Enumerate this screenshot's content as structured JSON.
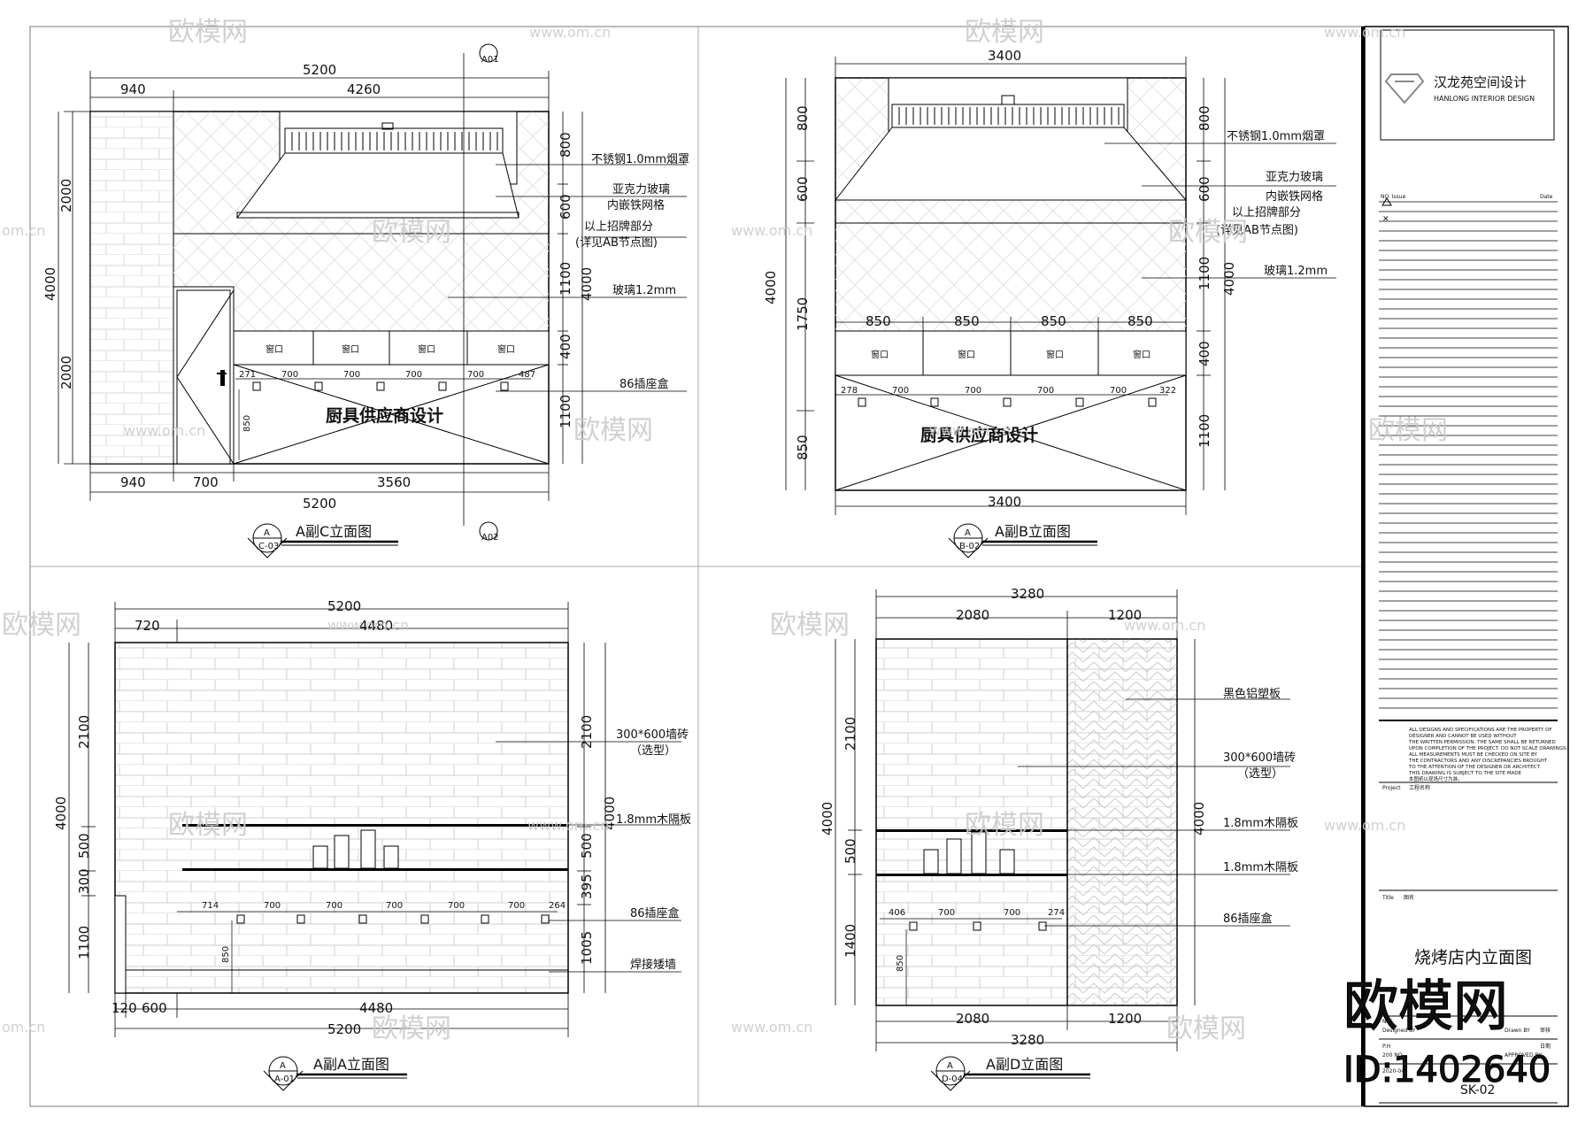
{
  "views": {
    "c": {
      "title": "A副C立面图",
      "tag_letter": "A",
      "tag_code": "C-03",
      "supplier": "厨具供应商设计",
      "window": "窗口",
      "dims": {
        "total": "5200",
        "left": "940",
        "right": "4260",
        "b_left": "940",
        "b_mid": "700",
        "b_right": "3560",
        "b_total": "5200",
        "l_total": "4000",
        "l_top": "2000",
        "l_bot": "2000",
        "r_800": "800",
        "r_600": "600",
        "r_1100a": "1100",
        "r_400": "400",
        "r_1100b": "1100",
        "r_4000": "4000",
        "door_h": "850",
        "sock": [
          "271",
          "700",
          "700",
          "700",
          "700",
          "487"
        ]
      },
      "notes": [
        "不锈钢1.0mm烟罩",
        "亚克力玻璃",
        "内嵌铁网格",
        "以上招牌部分",
        "(详见AB节点图)",
        "玻璃1.2mm",
        "86插座盒"
      ],
      "sec_top": "A01",
      "sec_bot": "A02"
    },
    "b": {
      "title": "A副B立面图",
      "tag_letter": "A",
      "tag_code": "B-02",
      "supplier": "厨具供应商设计",
      "window": "窗口",
      "dims": {
        "top": "3400",
        "bottom": "3400",
        "cols": [
          "850",
          "850",
          "850",
          "850"
        ],
        "l_total": "4000",
        "l_800": "800",
        "l_600": "600",
        "l_1750": "1750",
        "l_850": "850",
        "r_800": "800",
        "r_600": "600",
        "r_1100a": "1100",
        "r_400": "400",
        "r_1100b": "1100",
        "r_4000": "4000",
        "sock": [
          "278",
          "700",
          "700",
          "700",
          "700",
          "322"
        ]
      },
      "notes": [
        "不锈钢1.0mm烟罩",
        "亚克力玻璃",
        "内嵌铁网格",
        "以上招牌部分",
        "(详见AB节点图)",
        "玻璃1.2mm"
      ]
    },
    "a": {
      "title": "A副A立面图",
      "tag_letter": "A",
      "tag_code": "A-01",
      "dims": {
        "top": "5200",
        "t_left": "720",
        "t_right": "4480",
        "b_120": "120",
        "b_600": "600",
        "b_4480": "4480",
        "b_total": "5200",
        "l_total": "4000",
        "l_2100": "2100",
        "l_500": "500",
        "l_300": "300",
        "l_1100": "1100",
        "r_2100": "2100",
        "r_500": "500",
        "r_395": "395",
        "r_1005": "1005",
        "r_4000": "4000",
        "sock_h": "850",
        "sock": [
          "714",
          "700",
          "700",
          "700",
          "700",
          "700",
          "264"
        ]
      },
      "notes": [
        "300*600墙砖",
        "（选型）",
        "1.8mm木隔板",
        "86插座盒",
        "焊接矮墙"
      ]
    },
    "d": {
      "title": "A副D立面图",
      "tag_letter": "A",
      "tag_code": "D-04",
      "dims": {
        "top": "3280",
        "t_left": "2080",
        "t_right": "1200",
        "b_left": "2080",
        "b_right": "1200",
        "b_total": "3280",
        "l_total": "4000",
        "l_2100": "2100",
        "l_500": "500",
        "l_1400": "1400",
        "r_4000": "4000",
        "sock_h": "850",
        "sock": [
          "406",
          "700",
          "700",
          "274"
        ]
      },
      "notes": [
        "黑色铝塑板",
        "300*600墙砖",
        "（选型）",
        "1.8mm木隔板",
        "1.8mm木隔板",
        "86插座盒"
      ]
    }
  },
  "titleblock": {
    "company": "汉龙苑空间设计",
    "company_en": "HANLONG INTERIOR DESIGN",
    "rev_no": "NO. Issue",
    "rev_date": "Date",
    "project_label": "Project",
    "project_value": "工程名称",
    "title_label": "Title",
    "title_value": "图名",
    "drawing_name": "烧烤店内立面图",
    "sheet_no": "SK-02",
    "disclaimer": [
      "ALL DESIGNS AND SPECIFICATIONS ARE THE PROPERTY OF",
      "DESIGNER AND CANNOT BE USED WITHOUT",
      "THE WRITTEN PERMISSION. THE SAME SHALL BE RETURNED",
      "UPON COMPLETION OF THE PROJECT. DO NOT SCALE DRAWINGS.",
      "ALL MEASUREMENTS MUST BE CHECKED ON SITE BY",
      "THE CONTRACTORS AND ANY DISCREPANCIES BROUGHT",
      "TO THE ATTENTION OF THE DESIGNER OR ARCHITECT.",
      "THIS DRAWING IS SUBJECT TO THE SITE MADE",
      "本图纸以现场尺寸为准。"
    ],
    "small": [
      "NTS",
      "Designed BY",
      "Drawn BY",
      "审核",
      "P.H",
      "200 NO.",
      "APPROVED BY",
      "日期",
      "2020-04"
    ]
  },
  "watermark": {
    "brand": "欧模网",
    "url": "www.om.cn",
    "domain": "om.cn",
    "big": "欧模网",
    "id": "ID:1402640"
  }
}
